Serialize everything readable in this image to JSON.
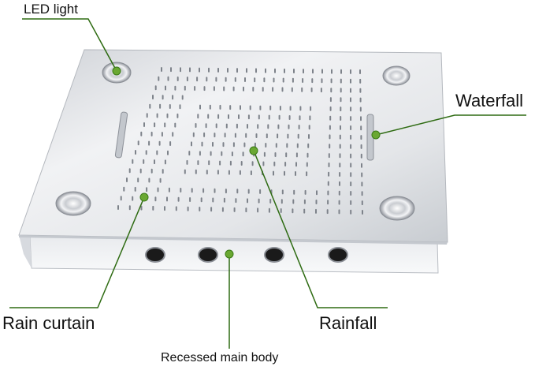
{
  "labels": {
    "led_light": "LED light",
    "waterfall": "Waterfall",
    "rain_curtain": "Rain curtain",
    "rainfall": "Rainfall",
    "recessed_main_body": "Recessed main body"
  },
  "colors": {
    "leader_line": "#2e6b12",
    "leader_dot": "#6aa832",
    "chrome_light": "#f4f5f7",
    "chrome_dark": "#a9adb4",
    "nozzle": "#7d828a"
  }
}
